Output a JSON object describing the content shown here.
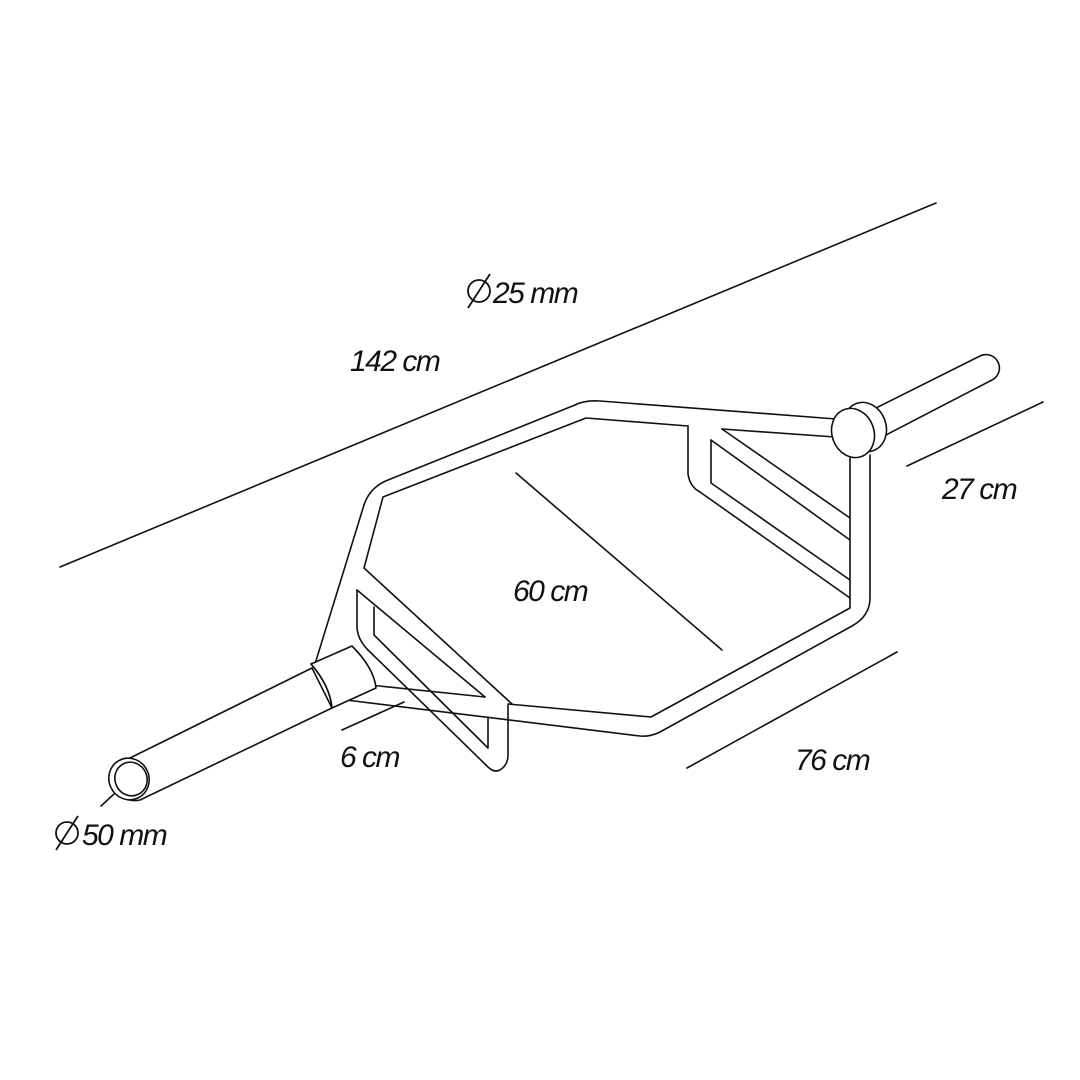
{
  "drawing": {
    "colors": {
      "line": "#111111",
      "background": "#ffffff"
    },
    "dimensions": {
      "bar_diameter_small": "25 mm",
      "overall_length": "142 cm",
      "handle_height": "27 cm",
      "inner_width": "60 cm",
      "sleeve_gap": "6 cm",
      "frame_length": "76 cm",
      "sleeve_diameter": "50 mm"
    },
    "icons": {
      "diameter": "diameter-symbol-icon"
    }
  }
}
